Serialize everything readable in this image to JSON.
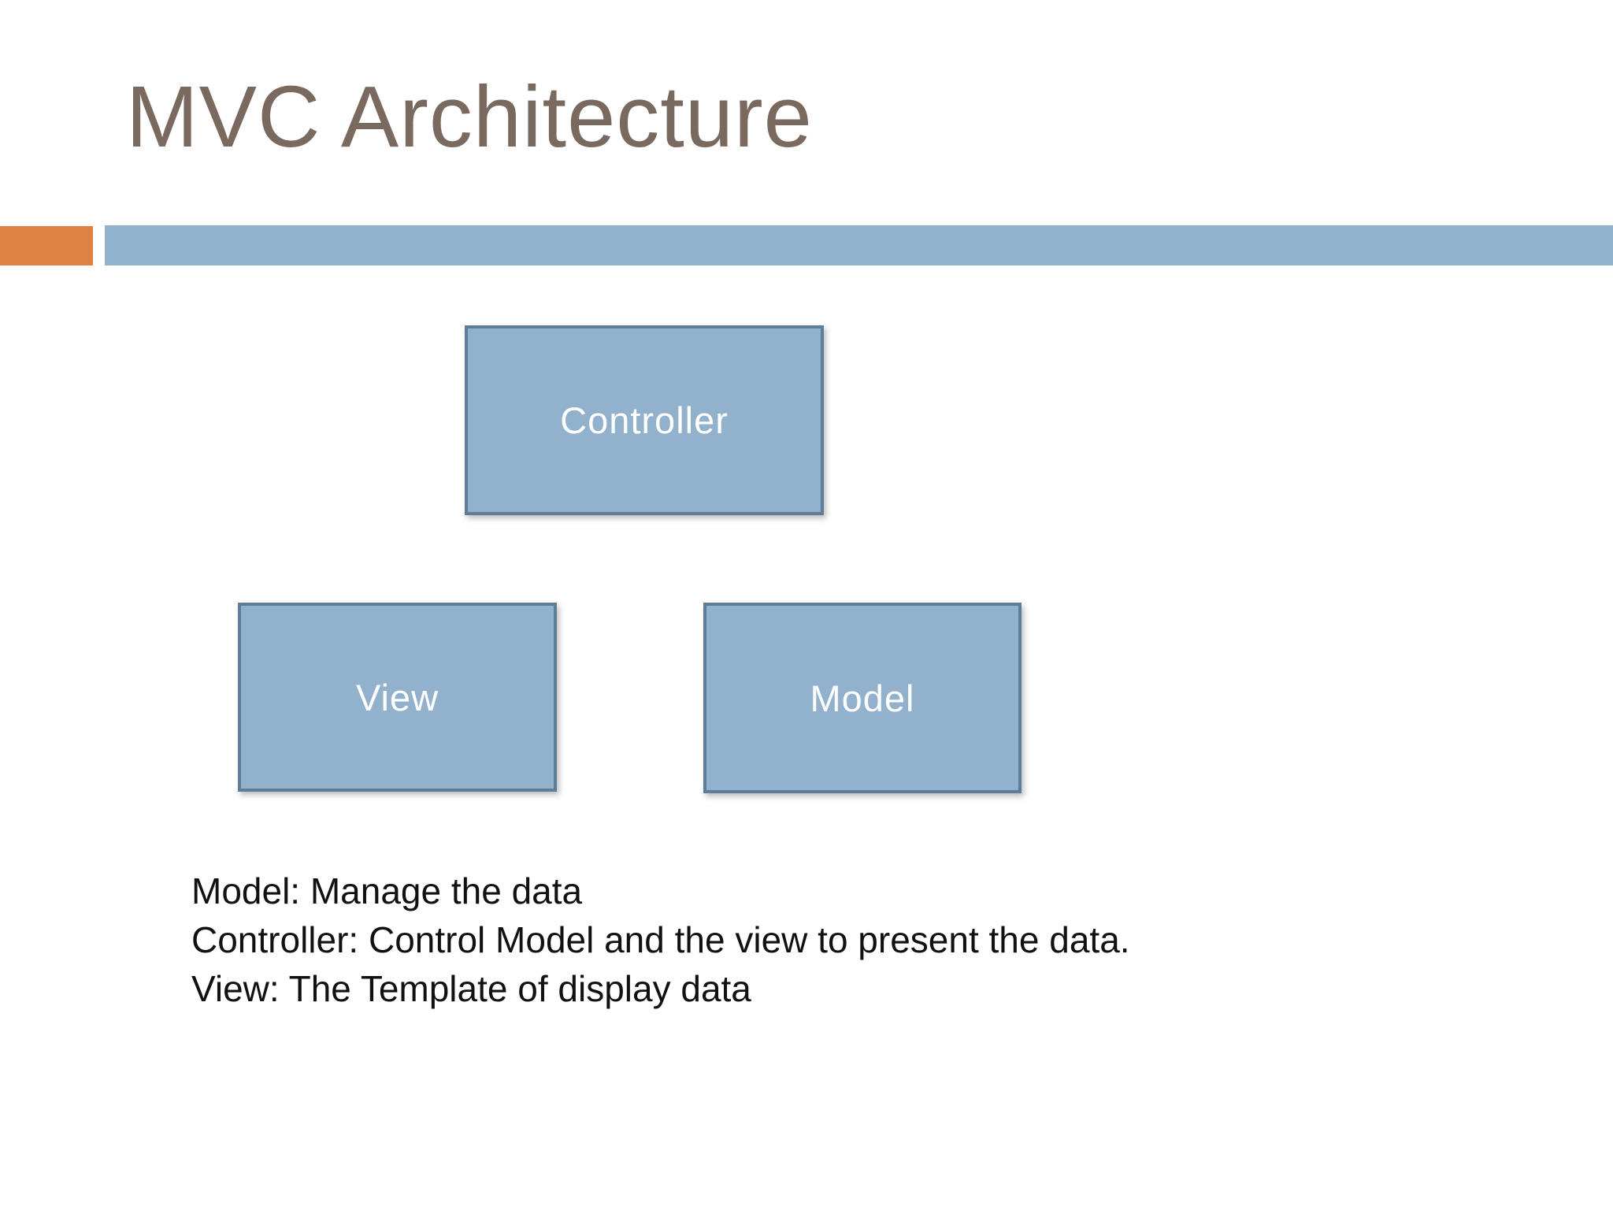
{
  "slide": {
    "title": "MVC Architecture",
    "boxes": {
      "controller": {
        "label": "Controller"
      },
      "view": {
        "label": "View"
      },
      "model": {
        "label": "Model"
      }
    },
    "notes": {
      "line1": "Model: Manage the data",
      "line2": "Controller: Control Model and the view to present the data.",
      "line3": "View: The Template of display data"
    },
    "colors": {
      "title_text": "#7a695e",
      "accent_orange": "#dd8145",
      "accent_blue": "#91b2cc",
      "box_fill": "#92b1cc",
      "box_border": "#5d7d99",
      "box_label_text": "#ffffff",
      "notes_text": "#111111",
      "background": "#ffffff"
    }
  }
}
